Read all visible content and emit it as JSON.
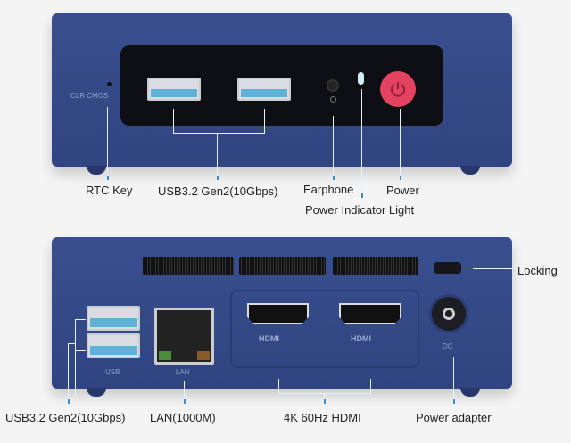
{
  "front": {
    "clr_cmos": "CLR CMOS",
    "labels": {
      "rtc_key": "RTC Key",
      "usb": "USB3.2 Gen2(10Gbps)",
      "earphone": "Earphone",
      "power": "Power",
      "power_indicator": "Power Indicator Light"
    }
  },
  "rear": {
    "usb_port_text": "USB",
    "lan_port_text": "LAN",
    "hdmi_text": "HDMI",
    "dc_text": "DC",
    "labels": {
      "locking": "Locking",
      "usb": "USB3.2 Gen2(10Gbps)",
      "lan": "LAN(1000M)",
      "hdmi": "4K 60Hz HDMI",
      "power_adapter": "Power adapter"
    }
  },
  "colors": {
    "body": "#34498a",
    "power_button": "#e3435f",
    "usb_blue": "#5fb2d6"
  }
}
